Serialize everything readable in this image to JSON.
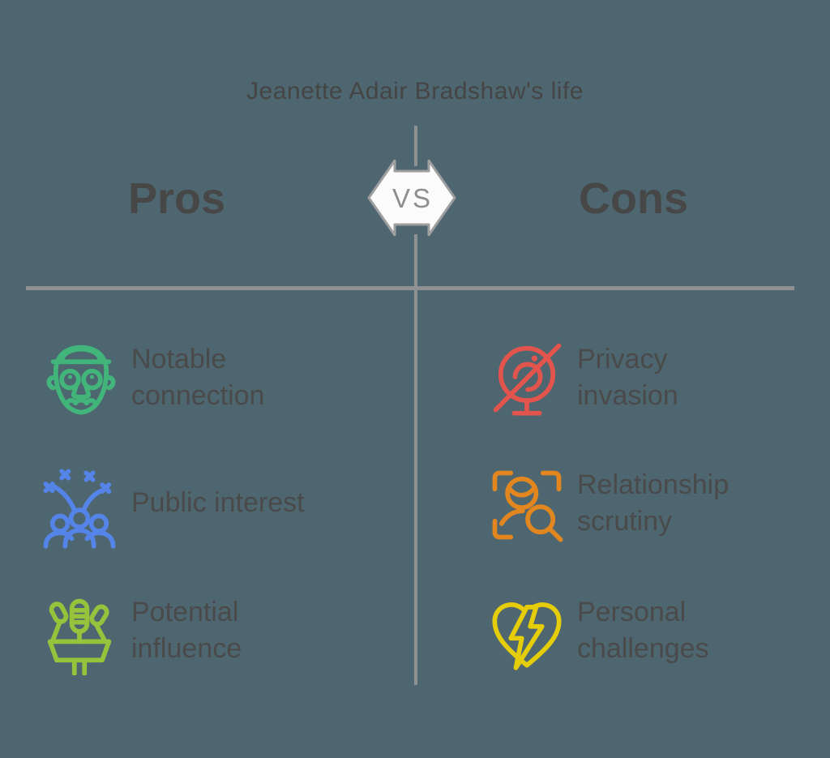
{
  "header": {
    "title": "Jeanette Adair Bradshaw's life",
    "versus_label": "VS"
  },
  "pros": {
    "heading": "Pros",
    "items": [
      {
        "label": "Notable\nconnection",
        "icon": "man-with-hat-icon",
        "color": "#42b57b"
      },
      {
        "label": "Public interest",
        "icon": "crowd-celebration-icon",
        "color": "#5584e8"
      },
      {
        "label": "Potential\ninfluence",
        "icon": "podium-microphones-icon",
        "color": "#97c33c"
      }
    ]
  },
  "cons": {
    "heading": "Cons",
    "items": [
      {
        "label": "Privacy\ninvasion",
        "icon": "webcam-slash-icon",
        "color": "#e2544c"
      },
      {
        "label": "Relationship\nscrutiny",
        "icon": "person-scan-magnifier-icon",
        "color": "#e2861f"
      },
      {
        "label": "Personal\nchallenges",
        "icon": "heart-lightning-icon",
        "color": "#e6cd0a"
      }
    ]
  },
  "colors": {
    "background": "#4d6670",
    "divider": "#8f9193",
    "heading_text": "#474747",
    "body_text": "#4a4a4a",
    "arrow_fill": "#fbfbfb",
    "arrow_outline": "#9e9e9e"
  }
}
